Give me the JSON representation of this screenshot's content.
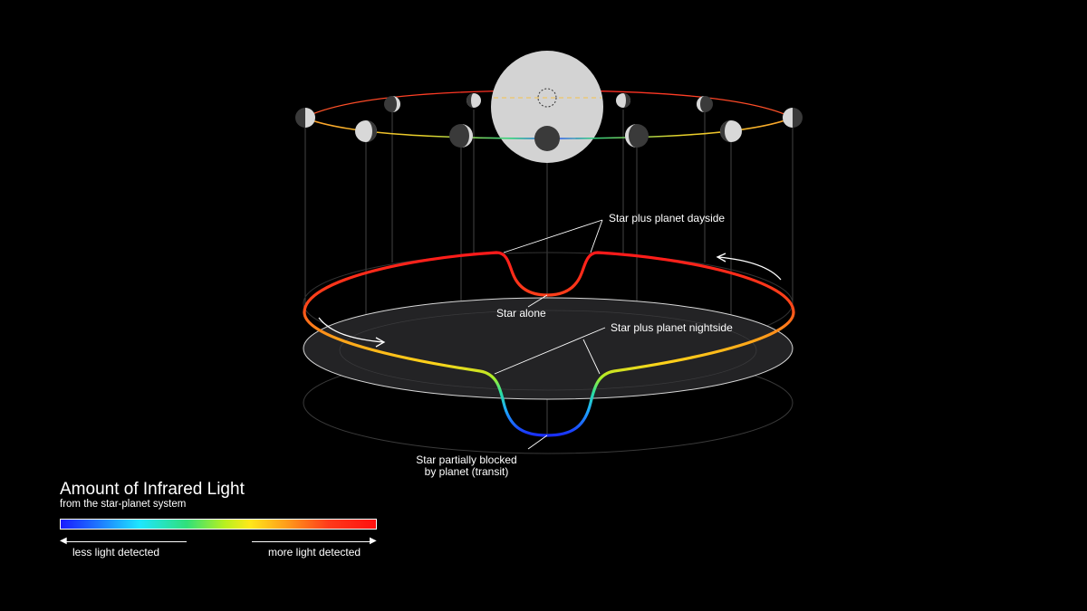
{
  "labels": {
    "dayside": "Star plus planet dayside",
    "star_alone": "Star alone",
    "nightside": "Star plus planet nightside",
    "transit_line1": "Star partially blocked",
    "transit_line2": "by planet (transit)"
  },
  "legend": {
    "title": "Amount of Infrared Light",
    "subtitle": "from the star-planet system",
    "less": "less light detected",
    "more": "more light detected"
  },
  "colors": {
    "low": "#1a1aff",
    "mid": "#30e07a",
    "high": "#ff1010",
    "star": "#d3d3d3",
    "planet": "#3a3a3a"
  }
}
